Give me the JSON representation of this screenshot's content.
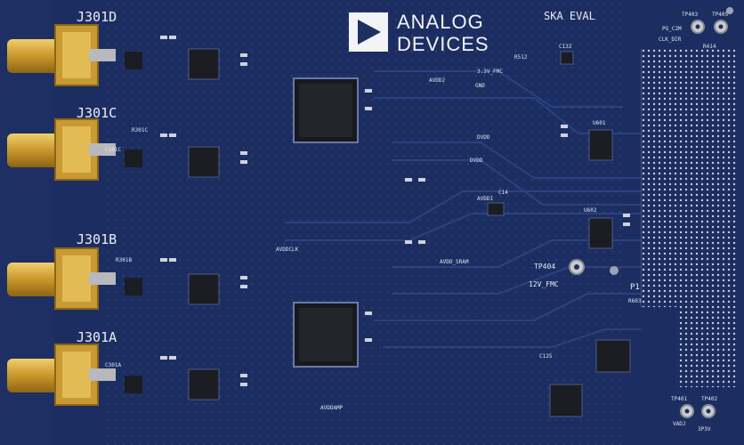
{
  "board": {
    "brand": "ANALOG DEVICES",
    "brand_line1": "ANALOG",
    "brand_line2": "DEVICES",
    "title": "SKA EVAL",
    "colors": {
      "pcb": "#1d2f63",
      "pcb_dark": "#14234c",
      "silkscreen": "#e9edf5",
      "gold": "#d6a93a",
      "chip": "#1b1d22"
    }
  },
  "connectors": [
    {
      "label": "J301D"
    },
    {
      "label": "J301C"
    },
    {
      "label": "J301B"
    },
    {
      "label": "J301A"
    }
  ],
  "testpoints": {
    "tp403": "TP403",
    "tp405": "TP405",
    "pg_c2m": "PG_C2M",
    "clk_dir": "CLK_DIR",
    "r414": "R414",
    "tp404": "TP404",
    "v12_fmc": "12V_FMC",
    "p1": "P1",
    "tp401": "TP401",
    "tp402": "TP402",
    "vadj": "VADJ",
    "v3p3": "3P3V"
  },
  "silk_labels": {
    "r512": "R512",
    "c132": "C132",
    "v3p3_fmc": "3.3V_FMC",
    "avdd2": "AVDD2",
    "gnd": "GND",
    "dvdd": "DVDD",
    "dvdd2": "DVDD",
    "avdd1": "AVDD1",
    "avddclk": "AVDDCLK",
    "avdd_sram": "AVDD_SRAM",
    "c14": "C14",
    "u601": "U601",
    "u602": "U602",
    "r603": "R603",
    "c125": "C125",
    "avddamp": "AVDDAMP",
    "r301c": "R301C",
    "c301c": "C301C",
    "r301b": "R301B",
    "c301a": "C301A"
  }
}
